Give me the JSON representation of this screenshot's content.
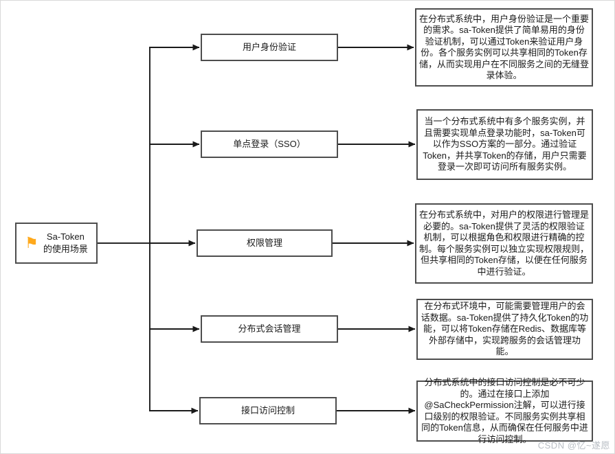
{
  "diagram": {
    "root": {
      "icon": "flag-icon",
      "icon_glyph": "⚑",
      "icon_color": "#FFA91C",
      "label_line1": "Sa-Token",
      "label_line2": "的使用场景"
    },
    "branches": [
      {
        "label": "用户身份验证",
        "description": "在分布式系统中，用户身份验证是一个重要的需求。sa-Token提供了简单易用的身份验证机制，可以通过Token来验证用户身份。各个服务实例可以共享相同的Token存储，从而实现用户在不同服务之间的无缝登录体验。"
      },
      {
        "label": "单点登录（SSO）",
        "description": "当一个分布式系统中有多个服务实例，并且需要实现单点登录功能时，sa-Token可以作为SSO方案的一部分。通过验证Token，并共享Token的存储，用户只需要登录一次即可访问所有服务实例。"
      },
      {
        "label": "权限管理",
        "description": "在分布式系统中，对用户的权限进行管理是必要的。sa-Token提供了灵活的权限验证机制，可以根据角色和权限进行精确的控制。每个服务实例可以独立实现权限规则，但共享相同的Token存储，以便在任何服务中进行验证。"
      },
      {
        "label": "分布式会话管理",
        "description": "在分布式环境中，可能需要管理用户的会话数据。sa-Token提供了持久化Token的功能，可以将Token存储在Redis、数据库等外部存储中，实现跨服务的会话管理功能。"
      },
      {
        "label": "接口访问控制",
        "description": "分布式系统中的接口访问控制是必不可少的。通过在接口上添加@SaCheckPermission注解，可以进行接口级别的权限验证。不同服务实例共享相同的Token信息，从而确保在任何服务中进行访问控制。"
      }
    ],
    "colors": {
      "connector": "#262626",
      "node_border": "#4d4d4d",
      "flag": "#FFA91C",
      "watermark": "#b9bec4"
    },
    "watermark": "CSDN @忆~遂愿"
  }
}
